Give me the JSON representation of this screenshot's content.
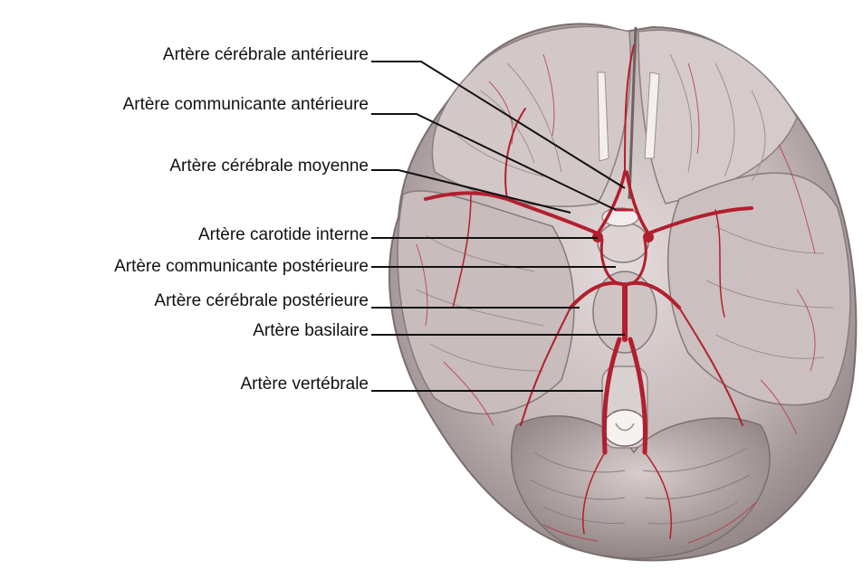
{
  "diagram": {
    "labels": [
      {
        "id": "anterior-cerebral-artery",
        "text": "Artère cérébrale antérieure"
      },
      {
        "id": "anterior-communicating-artery",
        "text": "Artère communicante antérieure"
      },
      {
        "id": "middle-cerebral-artery",
        "text": "Artère cérébrale moyenne"
      },
      {
        "id": "internal-carotid-artery",
        "text": "Artère carotide interne"
      },
      {
        "id": "posterior-communicating-artery",
        "text": "Artère communicante postérieure"
      },
      {
        "id": "posterior-cerebral-artery",
        "text": "Artère cérébrale postérieure"
      },
      {
        "id": "basilar-artery",
        "text": "Artère basilaire"
      },
      {
        "id": "vertebral-artery",
        "text": "Artère vertébrale"
      }
    ],
    "colors": {
      "artery": "#b21f2e",
      "brain_tissue": "#c9bcbc",
      "brain_shadow": "#8e8282",
      "leader_line": "#111111",
      "label_text": "#111111"
    }
  }
}
